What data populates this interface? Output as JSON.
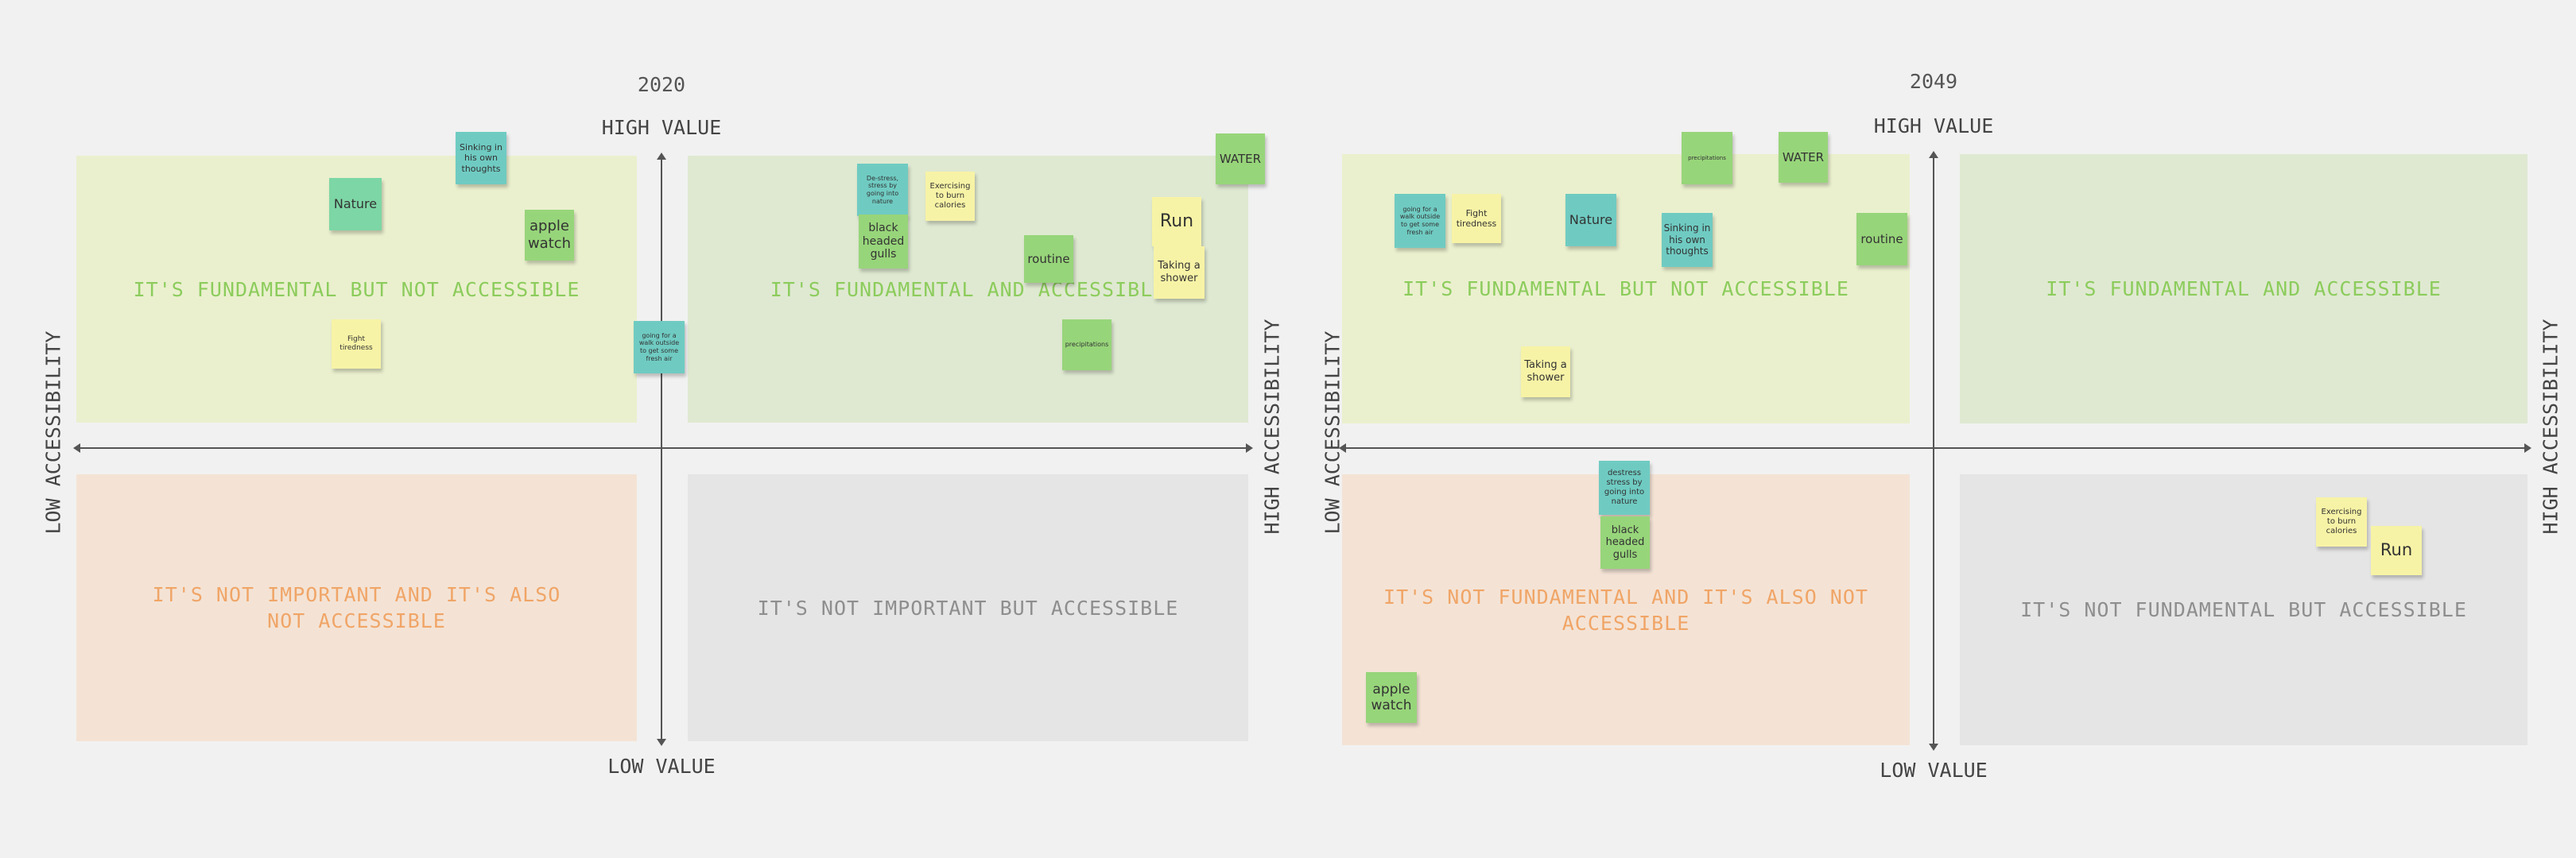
{
  "matrix_2020": {
    "year": "2020",
    "axes": {
      "high_value": "HIGH VALUE",
      "low_value": "LOW VALUE",
      "low_accessibility": "LOW ACCESSIBILITY",
      "high_accessibility": "HIGH ACCESSIBILITY"
    },
    "quadrants": {
      "top_left": "IT'S FUNDAMENTAL BUT NOT ACCESSIBLE",
      "top_right": "IT'S FUNDAMENTAL AND ACCESSIBLE",
      "bottom_left": "IT'S NOT IMPORTANT AND IT'S ALSO NOT ACCESSIBLE",
      "bottom_right": "IT'S NOT IMPORTANT BUT ACCESSIBLE"
    },
    "notes": {
      "sinking": "Sinking in his own thoughts",
      "nature": "Nature",
      "apple_watch": "apple watch",
      "fight_tiredness": "Fight tiredness",
      "going_walk": "going for a walk outside to get some fresh air",
      "de_stress": "De-stress, stress by going into nature",
      "exercising": "Exercising to burn calories",
      "black_headed_gulls": "black headed gulls",
      "routine": "routine",
      "run": "Run",
      "taking_shower": "Taking a shower",
      "water": "WATER",
      "precipitations": "precipitations"
    }
  },
  "matrix_2049": {
    "year": "2049",
    "axes": {
      "high_value": "HIGH VALUE",
      "low_value": "LOW VALUE",
      "low_accessibility": "LOW ACCESSIBILITY",
      "high_accessibility": "HIGH ACCESSIBILITY"
    },
    "quadrants": {
      "top_left": "IT'S FUNDAMENTAL BUT NOT ACCESSIBLE",
      "top_right": "IT'S FUNDAMENTAL AND ACCESSIBLE",
      "bottom_left": "IT'S NOT FUNDAMENTAL AND IT'S ALSO NOT ACCESSIBLE",
      "bottom_right": "IT'S NOT FUNDAMENTAL BUT ACCESSIBLE"
    },
    "notes": {
      "precipitations": "precipitations",
      "water": "WATER",
      "going_walk": "going for a walk outside to get some fresh air",
      "fight_tiredness": "Fight tiredness",
      "nature": "Nature",
      "sinking": "Sinking in his own thoughts",
      "routine": "routine",
      "taking_shower": "Taking a shower",
      "de_stress": "destress stress by going into nature",
      "black_headed_gulls": "black headed gulls",
      "apple_watch": "apple watch",
      "exercising": "Exercising to burn calories",
      "run": "Run"
    }
  }
}
